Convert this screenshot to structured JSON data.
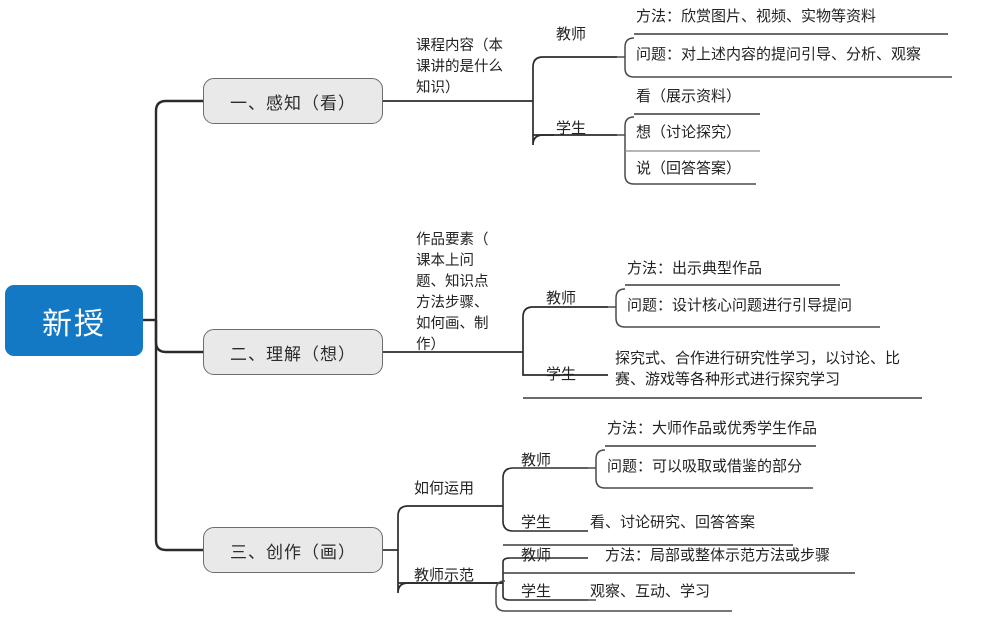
{
  "diagram": {
    "title_text": "新授",
    "type": "mind-map",
    "colors": {
      "root_fill": "#1479c4",
      "root_text": "#ffffff",
      "branch_fill": "#e9e9e9",
      "branch_stroke": "#6c6c6c",
      "edge_stroke": "#2b2b2b",
      "text": "#232323",
      "background": "#ffffff"
    }
  },
  "root": {
    "label": "新授"
  },
  "branches": [
    {
      "label": "一、感知（看）",
      "topic": "课程内容（本\n课讲的是什么\n知识）",
      "groups": [
        {
          "role": "教师",
          "items": [
            "方法：欣赏图片、视频、实物等资料",
            "问题：对上述内容的提问引导、分析、观察"
          ]
        },
        {
          "role": "学生",
          "items": [
            "看（展示资料）",
            "想（讨论探究）",
            "说（回答答案）"
          ]
        }
      ]
    },
    {
      "label": "二、理解（想）",
      "topic": "作品要素（\n课本上问\n题、知识点\n方法步骤、\n如何画、制\n作）",
      "groups": [
        {
          "role": "教师",
          "items": [
            "方法：出示典型作品",
            "问题：设计核心问题进行引导提问"
          ]
        },
        {
          "role": "学生",
          "items": [
            "探究式、合作进行研究性学习，以讨论、比\n赛、游戏等各种形式进行探究学习"
          ]
        }
      ]
    },
    {
      "label": "三、创作（画）",
      "subtopics": [
        {
          "label": "如何运用",
          "groups": [
            {
              "role": "教师",
              "items": [
                "方法：大师作品或优秀学生作品",
                "问题：可以吸取或借鉴的部分"
              ]
            },
            {
              "role": "学生",
              "items": [
                "看、讨论研究、回答答案"
              ]
            }
          ]
        },
        {
          "label": "教师示范",
          "groups": [
            {
              "role": "教师",
              "items": [
                "方法：局部或整体示范方法或步骤"
              ]
            },
            {
              "role": "学生",
              "items": [
                "观察、互动、学习"
              ]
            }
          ]
        }
      ]
    }
  ]
}
